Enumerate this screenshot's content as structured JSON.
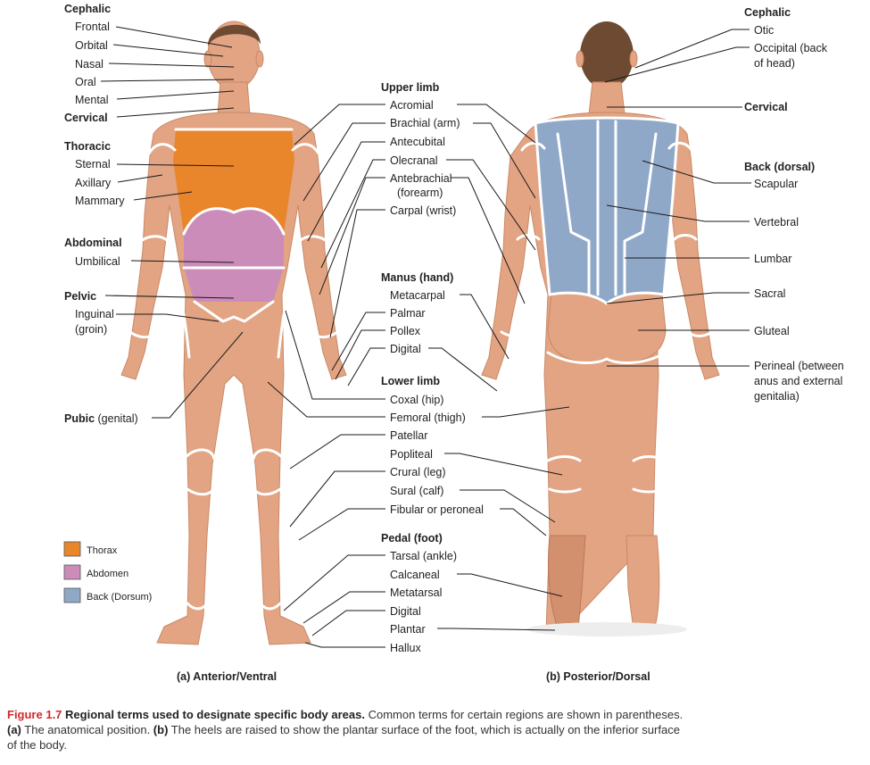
{
  "figure": {
    "number": "Figure 1.7",
    "title": "Regional terms used to designate specific body areas.",
    "text_1": " Common terms for certain regions are shown in parentheses. ",
    "tag_a": "(a)",
    "text_2": " The anatomical position. ",
    "tag_b": "(b)",
    "text_3": " The heels are raised to show the plantar surface of the foot, which is actually on the inferior surface of the body."
  },
  "panels": {
    "anterior": "(a) Anterior/Ventral",
    "posterior": "(b) Posterior/Dorsal"
  },
  "colors": {
    "thorax": "#e9852a",
    "abdomen": "#cc8cba",
    "back": "#8fa8c8",
    "skin": "#e2a483",
    "leader": "#1a1a1a"
  },
  "legend": [
    {
      "label": "Thorax",
      "color": "#e9852a"
    },
    {
      "label": "Abdomen",
      "color": "#cc8cba"
    },
    {
      "label": "Back (Dorsum)",
      "color": "#8fa8c8"
    }
  ],
  "labels": {
    "cephalic_a": "Cephalic",
    "frontal": "Frontal",
    "orbital": "Orbital",
    "nasal": "Nasal",
    "oral": "Oral",
    "mental": "Mental",
    "cervical_a": "Cervical",
    "thoracic": "Thoracic",
    "sternal": "Sternal",
    "axillary": "Axillary",
    "mammary": "Mammary",
    "abdominal": "Abdominal",
    "umbilical": "Umbilical",
    "pelvic": "Pelvic",
    "inguinal": "Inguinal",
    "groin": "(groin)",
    "pubic": "Pubic",
    "genital": " (genital)",
    "upper_limb": "Upper limb",
    "acromial": "Acromial",
    "brachial": "Brachial (arm)",
    "antecubital": "Antecubital",
    "olecranal": "Olecranal",
    "antebrachial": "Antebrachial",
    "forearm": "(forearm)",
    "carpal": "Carpal (wrist)",
    "manus": "Manus (hand)",
    "metacarpal": "Metacarpal",
    "palmar": "Palmar",
    "pollex": "Pollex",
    "digital_hand": "Digital",
    "lower_limb": "Lower limb",
    "coxal": "Coxal (hip)",
    "femoral": "Femoral (thigh)",
    "patellar": "Patellar",
    "popliteal": "Popliteal",
    "crural": "Crural (leg)",
    "sural": "Sural (calf)",
    "fibular": "Fibular or peroneal",
    "pedal": "Pedal (foot)",
    "tarsal": "Tarsal (ankle)",
    "calcaneal": "Calcaneal",
    "metatarsal": "Metatarsal",
    "digital_foot": "Digital",
    "plantar": "Plantar",
    "hallux": "Hallux",
    "cephalic_b": "Cephalic",
    "otic": "Otic",
    "occipital_1": "Occipital (back",
    "occipital_2": "of head)",
    "cervical_b": "Cervical",
    "back_dorsal": "Back (dorsal)",
    "scapular": "Scapular",
    "vertebral": "Vertebral",
    "lumbar": "Lumbar",
    "sacral": "Sacral",
    "gluteal": "Gluteal",
    "perineal_1": "Perineal (between",
    "perineal_2": "anus and external",
    "perineal_3": "genitalia)"
  }
}
